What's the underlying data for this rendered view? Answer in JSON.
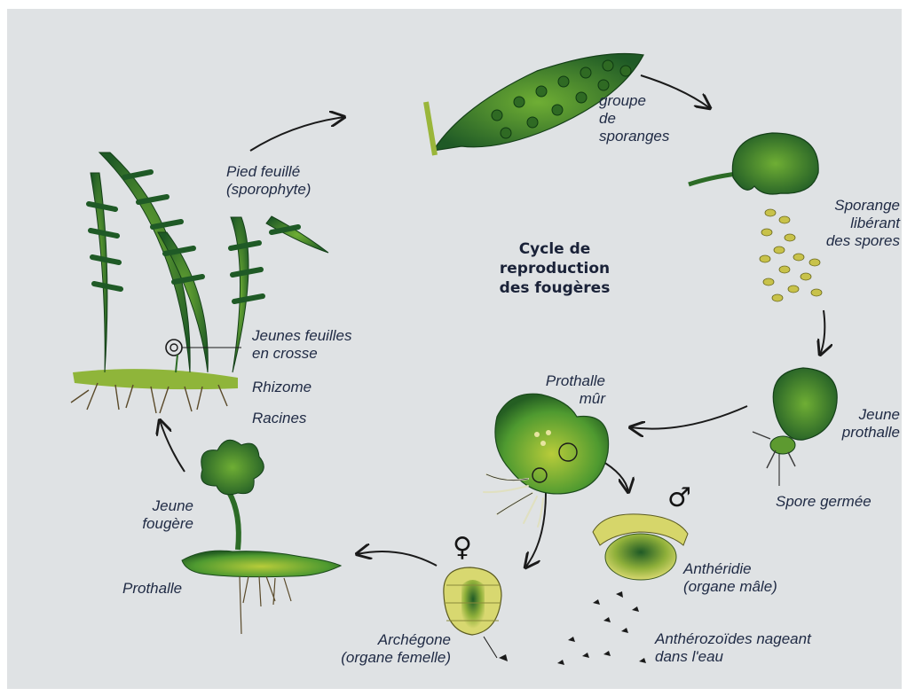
{
  "title": "Cycle de\nreproduction\ndes fougères",
  "labels": {
    "sporophyte": "Pied feuillé\n(sporophyte)",
    "sporanges": "groupe\nde\nsporanges",
    "sporange_liberant": "Sporange\nlibérant\ndes spores",
    "jeune_prothalle": "Jeune\nprothalle",
    "spore_germee": "Spore germée",
    "prothalle_mur": "Prothalle\nmûr",
    "antheridie": "Anthéridie\n(organe mâle)",
    "antherozoides": "Anthérozoïdes nageant\ndans l'eau",
    "archegone": "Archégone\n(organe femelle)",
    "prothalle": "Prothalle",
    "jeune_fougere": "Jeune\nfougère",
    "racines": "Racines",
    "rhizome": "Rhizome",
    "jeunes_feuilles": "Jeunes feuilles\nen crosse"
  },
  "symbols": {
    "male": "♂",
    "female": "♀"
  },
  "colors": {
    "background": "#dfe2e4",
    "text": "#1f2a44",
    "leaf_dark": "#1f5a26",
    "leaf_mid": "#3f8a2e",
    "leaf_light": "#a9c23a",
    "spore": "#c8c24a"
  }
}
